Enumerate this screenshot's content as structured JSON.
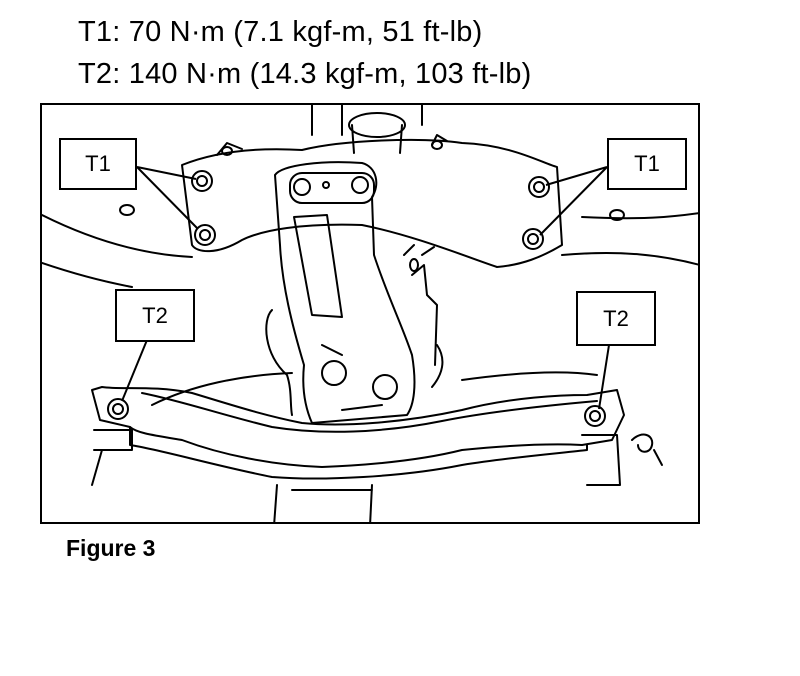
{
  "specs": {
    "t1": "T1: 70 N·m (7.1 kgf-m, 51 ft-lb)",
    "t2": "T2: 140 N·m (14.3 kgf-m, 103 ft-lb)"
  },
  "callouts": {
    "top_left": "T1",
    "top_right": "T1",
    "bottom_left": "T2",
    "bottom_right": "T2"
  },
  "caption": "Figure 3"
}
